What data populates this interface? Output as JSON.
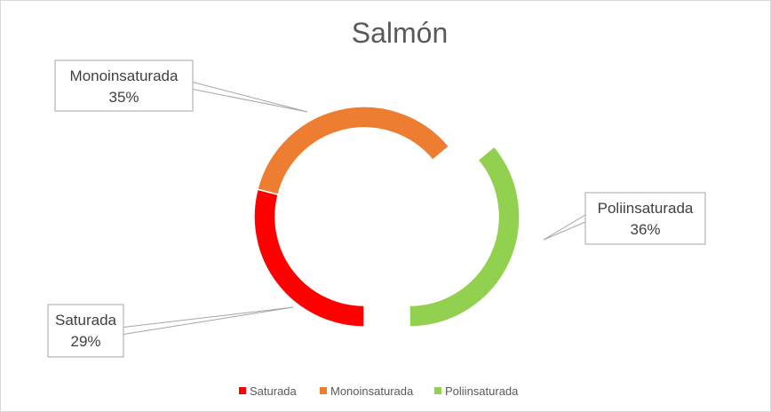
{
  "chart_data": {
    "type": "pie",
    "variant": "doughnut",
    "title": "Salmón",
    "slices": [
      {
        "name": "Saturada",
        "value": 29,
        "label": "29%",
        "color": "#ff0000"
      },
      {
        "name": "Monoinsaturada",
        "value": 35,
        "label": "35%",
        "color": "#ed7d31"
      },
      {
        "name": "Poliinsaturada",
        "value": 36,
        "label": "36%",
        "color": "#92d050",
        "exploded": true
      }
    ],
    "legend": {
      "position": "bottom",
      "items": [
        "Saturada",
        "Monoinsaturada",
        "Poliinsaturada"
      ]
    },
    "data_labels": "callouts"
  }
}
